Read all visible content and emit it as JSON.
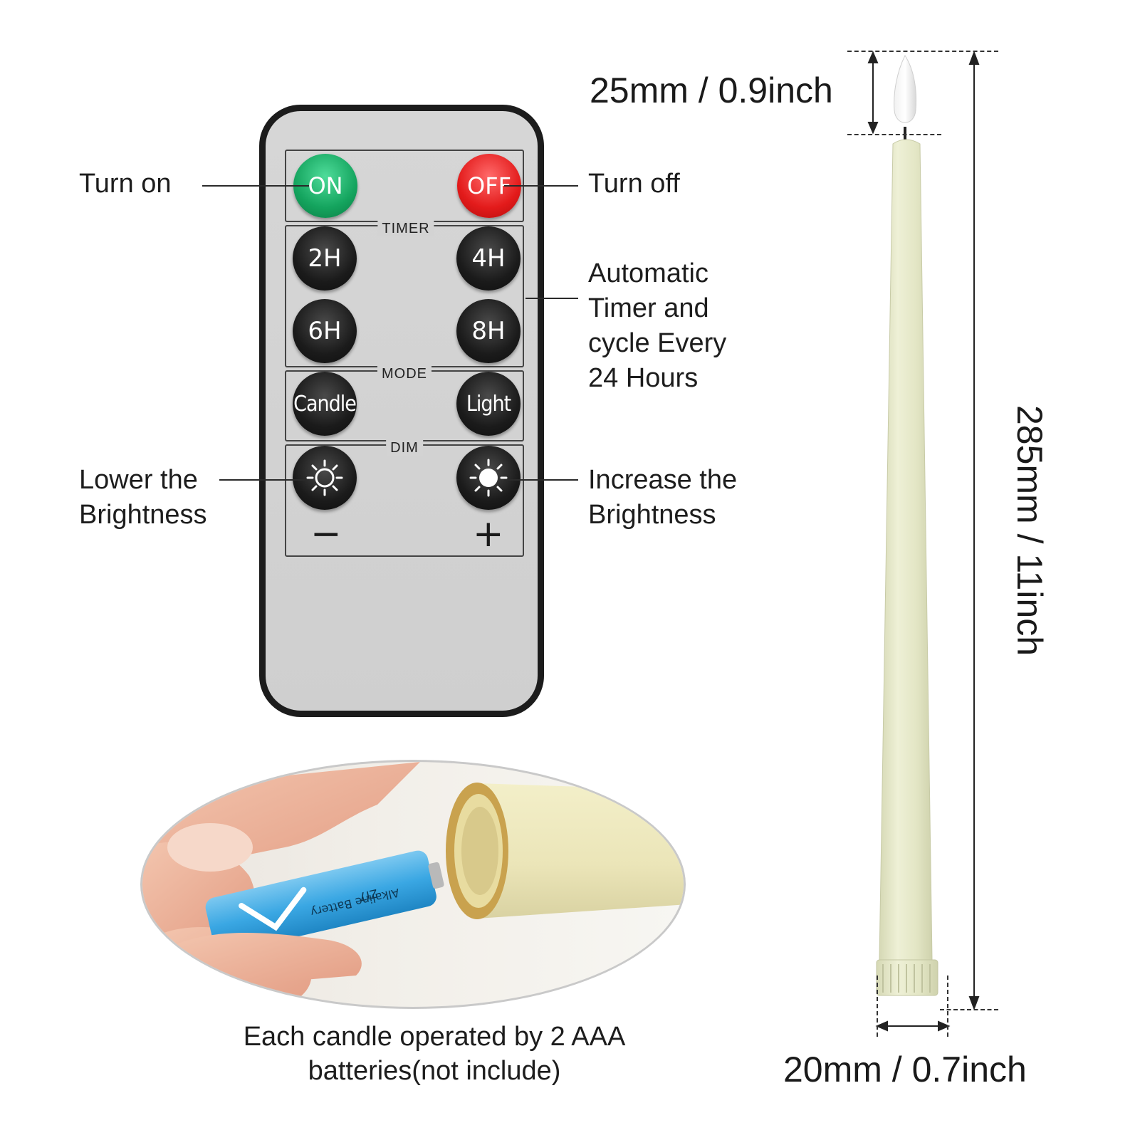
{
  "remote": {
    "buttons": {
      "on": "ON",
      "off": "OFF",
      "h2": "2H",
      "h4": "4H",
      "h6": "6H",
      "h8": "8H",
      "candle": "Candle",
      "light": "Light"
    },
    "sections": {
      "timer": "TIMER",
      "mode": "MODE",
      "dim": "DIM"
    },
    "minus": "−",
    "plus": "+"
  },
  "callouts": {
    "turn_on": "Turn on",
    "turn_off": "Turn off",
    "timer": [
      "Automatic",
      "Timer and",
      "cycle Every",
      "24 Hours"
    ],
    "lower": [
      "Lower the",
      "Brightness"
    ],
    "increase": [
      "Increase the",
      "Brightness"
    ]
  },
  "candle": {
    "flame_height": "25mm / 0.9inch",
    "total_height": "285mm / 11inch",
    "base_width": "20mm / 0.7inch"
  },
  "battery": {
    "label": "ZI7",
    "label2": "Alkaline Battery",
    "caption": [
      "Each candle operated by 2 AAA",
      "batteries(not include)"
    ]
  }
}
